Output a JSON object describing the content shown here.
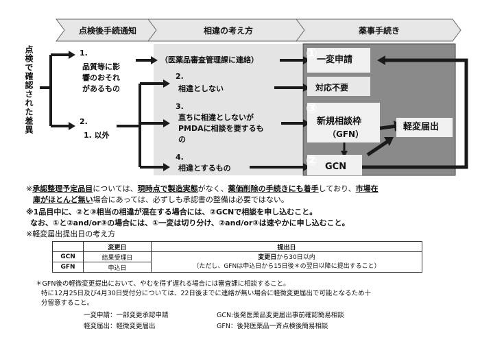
{
  "header": {
    "chevrons": [
      "点検後手続通知",
      "相違の考え方",
      "薬事手続き"
    ]
  },
  "left_label": "点検で確認された差異",
  "col1": {
    "item1_num": "1.",
    "item1_lines": [
      "品質等に影",
      "響のおそれ",
      "があるもの"
    ],
    "item2_num": "2.",
    "item2_text": "1. 以外"
  },
  "col2": {
    "top": "（医薬品審査管理課に連絡）",
    "item2_num": "2.",
    "item2_text": "相違としない",
    "item3_num": "3.",
    "item3_lines": [
      "直ちに相違としないが",
      "PMDAに相談を要するも",
      "の"
    ],
    "item4_num": "4.",
    "item4_text": "相違とするもの"
  },
  "col3": {
    "c1": "①",
    "ichihen": "一変申請",
    "taiou": "対応不要",
    "c3": "③",
    "shinki1": "新規相談枠",
    "shinki2": "（GFN）",
    "keihen": "軽変届出",
    "c2": "②",
    "gcn": "GCN"
  },
  "notes": {
    "n1_l1": [
      "※",
      "承認整理予定品目",
      "については、",
      "現時点で製造実態",
      "がなく、",
      "薬価削除の手続きにも着手",
      "しており、",
      "市場在"
    ],
    "n1_l2": [
      "庫がほとんど無い",
      "場合にあっては、必ずしも承認書の整備は必要ではない。"
    ],
    "n2_l1": "※1品目中に、②と③相当の相違が混在する場合には、②GCNで相談を申し込むこと。",
    "n2_l2": "なお、①と②and/or③の場合には、①一変は切り分け、②and/or③は速やかに申し込むこと。",
    "n3": "※軽変届出提出日の考え方"
  },
  "table": {
    "headers": [
      "",
      "変更日",
      "提出日"
    ],
    "rows": [
      {
        "label": "GCN",
        "date": "結果受理日"
      },
      {
        "label": "GFN",
        "date": "申込日"
      }
    ],
    "merged_l1_b": "変更日",
    "merged_l1_rest": "から30日以内",
    "merged_l2": "（ただし、GFNは申込日から15日後＊の翌日以降に提出すること）"
  },
  "footnotes": {
    "f1": "＊GFN後の軽微変更提出において、やむを得ず遅れる場合には審査課に相談すること。",
    "f2": "特に12月25日及び4月30日受付分については、22日後までに連絡が無い場合に軽微変更届出で可能となるため十",
    "f3": "分留意すること。",
    "defs": [
      {
        "a": "一変申請：一部変更承認申請",
        "b": "GCN:後発医薬品変更届出事前確認簡易相談"
      },
      {
        "a": "軽変届出：軽微変更届出",
        "b": "GFN：後発医薬品一斉点検後簡易相談"
      }
    ]
  }
}
